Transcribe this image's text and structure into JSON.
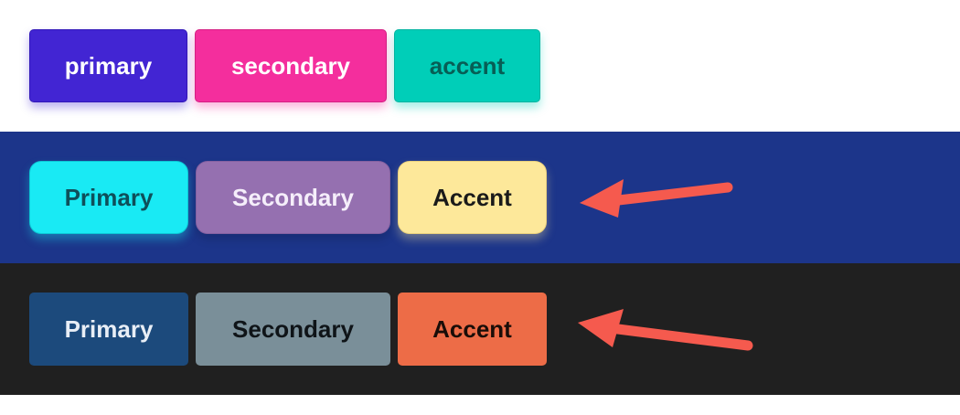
{
  "rows": [
    {
      "theme_bg": "#ffffff",
      "primary": {
        "label": "primary",
        "bg": "#4225d3",
        "border": "#3016b8",
        "fg": "#ffffff",
        "shadow": "0 6px 10px rgba(66,37,211,0.35)"
      },
      "secondary": {
        "label": "secondary",
        "bg": "#f42e9d",
        "border": "#d41f83",
        "fg": "#ffffff",
        "shadow": "0 6px 10px rgba(244,46,157,0.35)"
      },
      "accent": {
        "label": "accent",
        "bg": "#00ceb8",
        "border": "#00b3a0",
        "fg": "#075e55",
        "shadow": "0 6px 10px rgba(0,206,184,0.35)"
      }
    },
    {
      "theme_bg": "#1c358a",
      "primary": {
        "label": "Primary",
        "bg": "#19eaf4",
        "border": "#0cc8d6",
        "fg": "#0e4f5a",
        "shadow": "0 6px 10px rgba(25,234,244,0.35)"
      },
      "secondary": {
        "label": "Secondary",
        "bg": "#9570b0",
        "border": "#8461a1",
        "fg": "#f5eefa",
        "shadow": "0 6px 10px rgba(0,0,0,0.15)"
      },
      "accent": {
        "label": "Accent",
        "bg": "#fde89a",
        "border": "#e9d07e",
        "fg": "#1a1a1a",
        "shadow": "0 6px 10px rgba(253,232,154,0.35)"
      }
    },
    {
      "theme_bg": "#202020",
      "primary": {
        "label": "Primary",
        "bg": "#1c4a7c",
        "border": "#1c4a7c",
        "fg": "#e8eef6",
        "shadow": "none"
      },
      "secondary": {
        "label": "Secondary",
        "bg": "#7a8f99",
        "border": "#7a8f99",
        "fg": "#0f1418",
        "shadow": "none"
      },
      "accent": {
        "label": "Accent",
        "bg": "#ed6c47",
        "border": "#ed6c47",
        "fg": "#1a0d08",
        "shadow": "none"
      }
    }
  ],
  "annotation_color": "#f55a4e"
}
